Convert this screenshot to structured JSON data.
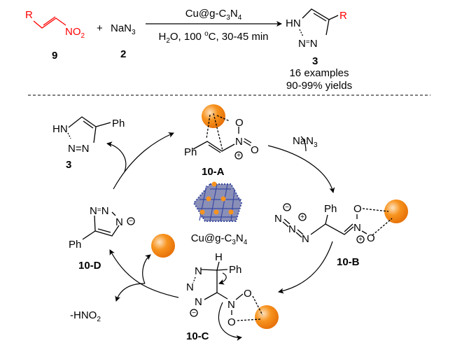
{
  "colors": {
    "reactant": "#ff0000",
    "copper": "#f7931e",
    "support": "#3a4aa0"
  },
  "scheme": {
    "reactant_9": {
      "r": "R",
      "no": "NO",
      "no_sub": "2",
      "label": "9"
    },
    "plus": "+",
    "reactant_2": {
      "na": "NaN",
      "sub": "3",
      "label": "2"
    },
    "arrow": {
      "top_a": "Cu@g-C",
      "top_sub1": "3",
      "top_b": "N",
      "top_sub2": "4",
      "bottom_a": "H",
      "bottom_sub": "2",
      "bottom_b": "O, 100 ",
      "bottom_sup": "o",
      "bottom_c": "C, 30-45 min"
    },
    "product_3": {
      "hn": "HN",
      "n1": "N",
      "eq": "=",
      "n2": "N",
      "r": "R",
      "label": "3",
      "examples": "16 examples",
      "yields": "90-99% yields"
    }
  },
  "cycle": {
    "product_3": {
      "hn": "HN",
      "ph": "Ph",
      "nn": "N=N",
      "label": "3"
    },
    "intermediate_A": {
      "ph": "Ph",
      "o1": "O",
      "n": "N",
      "o2": "O",
      "plus": "+",
      "label": "10-A"
    },
    "reagent": {
      "na": "NaN",
      "sub": "3"
    },
    "catalyst": {
      "a": "Cu@g-C",
      "sub1": "3",
      "b": "N",
      "sub2": "4"
    },
    "intermediate_B": {
      "minus": "−",
      "n1": "N",
      "plus1": "+",
      "n2": "N",
      "n3": "N",
      "ph": "Ph",
      "o1": "O",
      "n": "N",
      "o2": "O",
      "plus2": "+",
      "label": "10-B"
    },
    "intermediate_C": {
      "h": "H",
      "ph": "Ph",
      "n1": "N",
      "n2": "N",
      "n3": "N",
      "minus": "−",
      "n": "N",
      "o1": "O",
      "o2": "O",
      "label": "10-C"
    },
    "intermediate_D": {
      "n1": "N",
      "eq": "=",
      "n2": "N",
      "n3": "N",
      "minus": "−",
      "ph": "Ph",
      "label": "10-D"
    },
    "byproduct": {
      "a": "-HNO",
      "sub": "2"
    }
  }
}
